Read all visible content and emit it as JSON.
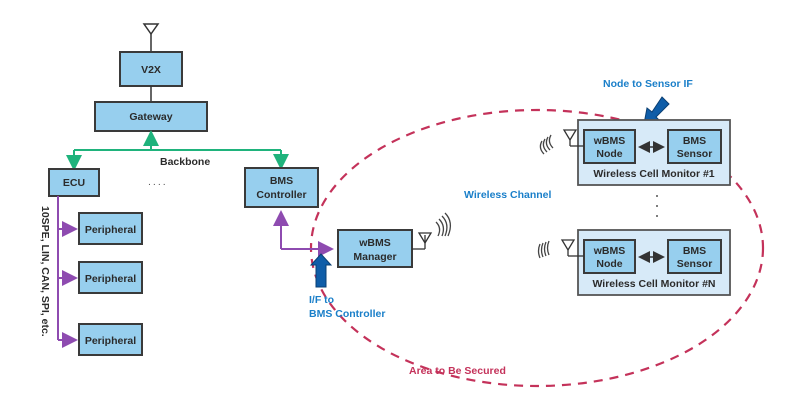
{
  "diagram": {
    "nodes": {
      "v2x": "V2X",
      "gateway": "Gateway",
      "ecu": "ECU",
      "bms_controller": [
        "BMS",
        "Controller"
      ],
      "peripherals": [
        "Peripheral",
        "Peripheral",
        "Peripheral"
      ],
      "wbms_manager": [
        "wBMS",
        "Manager"
      ],
      "cell_monitors": [
        {
          "title": "Wireless Cell Monitor #1",
          "node": [
            "wBMS",
            "Node"
          ],
          "sensor": [
            "BMS",
            "Sensor"
          ]
        },
        {
          "title": "Wireless Cell Monitor #N",
          "node": [
            "wBMS",
            "Node"
          ],
          "sensor": [
            "BMS",
            "Sensor"
          ]
        }
      ]
    },
    "labels": {
      "backbone": "Backbone",
      "ellipsis_h": "....",
      "bus_types": "10SPE, LIN, CAN, SPI, etc.",
      "wireless_channel": "Wireless Channel",
      "node_to_sensor": "Node to Sensor IF",
      "if_to_bms": [
        "I/F to",
        "BMS Controller"
      ],
      "area_secured": "Area to Be Secured"
    },
    "colors": {
      "box_fill": "#97cfee",
      "outer_fill": "#d7eaf8",
      "backbone_green": "#1fb37c",
      "bus_purple": "#8e4bb0",
      "callout_blue": "#1a7fc9",
      "arrow_blue": "#0f5da8",
      "secure_red": "#c4325a"
    }
  }
}
